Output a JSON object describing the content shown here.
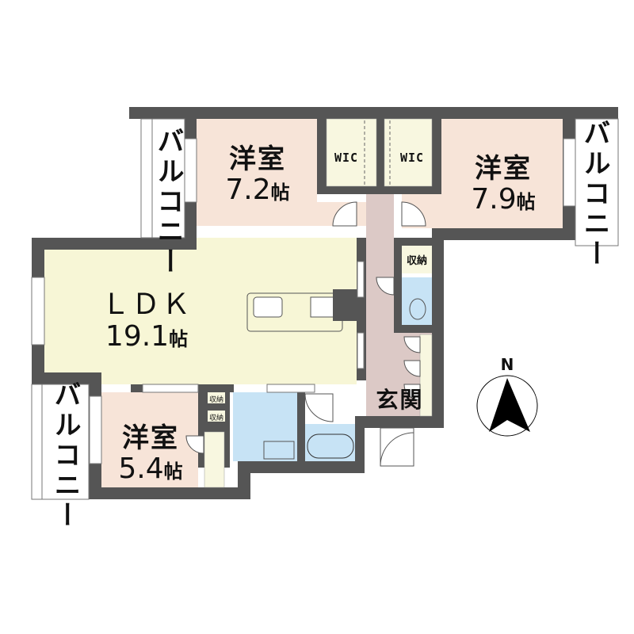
{
  "colors": {
    "wall": "#555555",
    "western_room": "#f7e4d8",
    "ldk": "#f7f6d6",
    "hall": "#dcc9c6",
    "wet_area": "#c7e3f5",
    "storage": "#f8f7e0",
    "balcony": "#ffffff"
  },
  "rooms": {
    "western_nw": {
      "name": "洋室",
      "size": "7.2",
      "unit": "帖"
    },
    "western_ne": {
      "name": "洋室",
      "size": "7.9",
      "unit": "帖"
    },
    "ldk": {
      "name": "ＬＤＫ",
      "size": "19.1",
      "unit": "帖"
    },
    "western_sw": {
      "name": "洋室",
      "size": "5.4",
      "unit": "帖"
    },
    "entrance": {
      "name": "玄関"
    },
    "wic_left": {
      "name": "WIC"
    },
    "wic_right": {
      "name": "WIC"
    },
    "storage_hall": {
      "name": "収納"
    },
    "storage_small_1": {
      "name": "収納"
    },
    "storage_small_2": {
      "name": "収納"
    }
  },
  "balconies": {
    "nw": "バルコニー",
    "ne": "バルコニー",
    "sw": "バルコニー"
  },
  "compass": {
    "label": "N"
  }
}
